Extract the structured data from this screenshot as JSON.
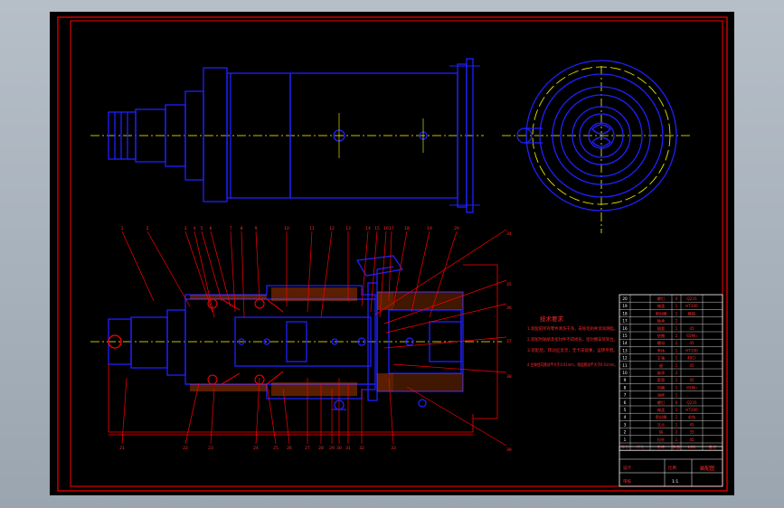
{
  "window": {
    "background": "#a9b3bd",
    "canvas_background": "#000000"
  },
  "colors": {
    "frame": "#ff0000",
    "outline": "#2020ff",
    "centerline": "#ffff00",
    "leader": "#ff0000",
    "hatch": "#ff5a00",
    "table_line": "#ffffff",
    "notes_text": "#ff2a2a"
  },
  "technical_notes": {
    "title": "技术要求",
    "lines": [
      "1.装配前所有零件清洗干净，去除毛刺并涂润滑脂。",
      "2.装配时轴承及密封件不得损伤，密封圈安装到位。",
      "3.装配后，转动应灵活，无卡滞现象，运转平稳。",
      "4.主轴径向跳动不大于0.01mm，端面跳动不大于0.01mm。"
    ]
  },
  "title_block": {
    "drawing_name": "装配图",
    "scale_label": "比例",
    "scale_value": "1:1",
    "drawn_label": "设计",
    "checked_label": "审核"
  },
  "parts_list": {
    "headers": [
      "序号",
      "代号",
      "名称",
      "数量",
      "材料",
      "备注"
    ],
    "rows": [
      [
        "20",
        "",
        "螺钉",
        "4",
        "Q235",
        ""
      ],
      [
        "19",
        "",
        "端盖",
        "1",
        "HT200",
        ""
      ],
      [
        "18",
        "",
        "密封圈",
        "1",
        "橡胶",
        ""
      ],
      [
        "17",
        "",
        "轴承",
        "2",
        "",
        ""
      ],
      [
        "16",
        "",
        "隔套",
        "1",
        "45",
        ""
      ],
      [
        "15",
        "",
        "垫圈",
        "2",
        "65Mn",
        ""
      ],
      [
        "14",
        "",
        "螺母",
        "2",
        "45",
        ""
      ],
      [
        "13",
        "",
        "壳体",
        "1",
        "HT200",
        ""
      ],
      [
        "12",
        "",
        "主轴",
        "1",
        "40Cr",
        ""
      ],
      [
        "11",
        "",
        "键",
        "1",
        "45",
        ""
      ],
      [
        "10",
        "",
        "轴承",
        "2",
        "",
        ""
      ],
      [
        "9",
        "",
        "套筒",
        "1",
        "45",
        ""
      ],
      [
        "8",
        "",
        "挡圈",
        "1",
        "65Mn",
        ""
      ],
      [
        "7",
        "",
        "油杯",
        "1",
        "",
        ""
      ],
      [
        "6",
        "",
        "螺钉",
        "6",
        "Q235",
        ""
      ],
      [
        "5",
        "",
        "端盖",
        "1",
        "HT200",
        ""
      ],
      [
        "4",
        "",
        "密封圈",
        "1",
        "毛毡",
        ""
      ],
      [
        "3",
        "",
        "法兰",
        "1",
        "45",
        ""
      ],
      [
        "2",
        "",
        "销",
        "2",
        "35",
        ""
      ],
      [
        "1",
        "",
        "拉杆",
        "1",
        "45",
        ""
      ]
    ]
  },
  "balloons": {
    "top": [
      "1",
      "2",
      "3",
      "4",
      "5",
      "6",
      "7",
      "8",
      "9",
      "10",
      "11",
      "12",
      "13",
      "14",
      "15",
      "16",
      "17",
      "18",
      "19",
      "20"
    ],
    "bottom": [
      "21",
      "22",
      "23",
      "24",
      "25",
      "26",
      "27",
      "28",
      "29",
      "30",
      "31",
      "32",
      "33"
    ],
    "right": [
      "34",
      "35",
      "36",
      "37",
      "38",
      "39"
    ]
  }
}
